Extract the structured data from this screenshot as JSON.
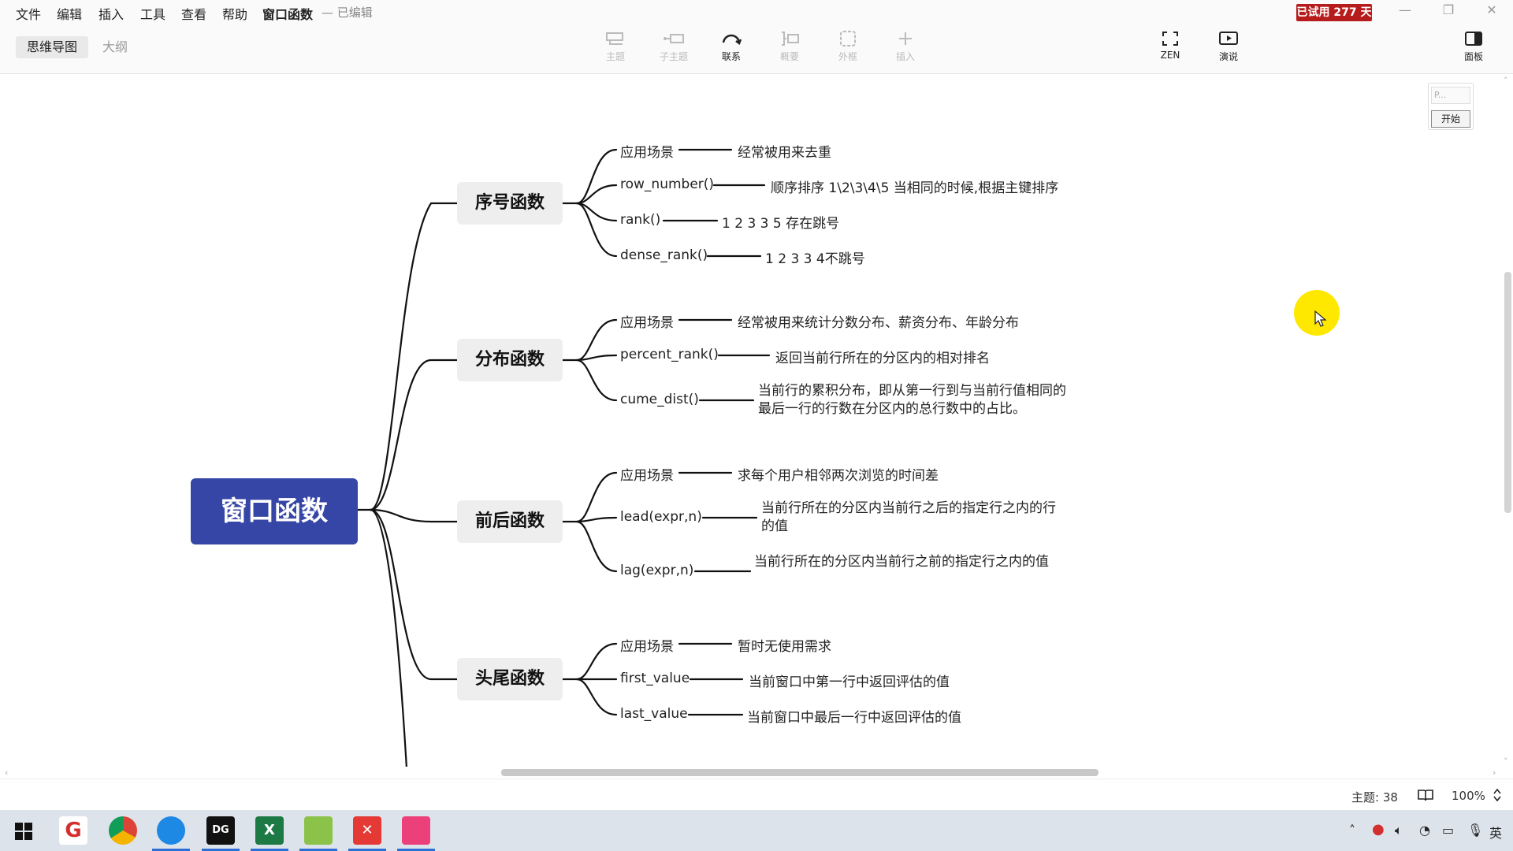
{
  "menu": {
    "items": [
      "文件",
      "编辑",
      "插入",
      "工具",
      "查看",
      "帮助"
    ],
    "doc_title": "窗口函数",
    "doc_status": "— 已编辑"
  },
  "trial_badge": "已试用 277 天",
  "window_controls": {
    "minimize": "—",
    "restore": "❐",
    "close": "✕"
  },
  "toolbar": {
    "view_tabs": [
      "思维导图",
      "大纲"
    ],
    "active_view": "思维导图",
    "tools": [
      {
        "label": "主题",
        "icon": "topic-icon",
        "enabled": false
      },
      {
        "label": "子主题",
        "icon": "subtopic-icon",
        "enabled": false
      },
      {
        "label": "联系",
        "icon": "relationship-icon",
        "enabled": true
      },
      {
        "label": "概要",
        "icon": "summary-icon",
        "enabled": false
      },
      {
        "label": "外框",
        "icon": "boundary-icon",
        "enabled": false
      },
      {
        "label": "插入",
        "icon": "insert-plus-icon",
        "enabled": false
      },
      {
        "label": "ZEN",
        "icon": "zen-fullscreen-icon",
        "enabled": true
      },
      {
        "label": "演说",
        "icon": "pitch-play-icon",
        "enabled": true
      },
      {
        "label": "面板",
        "icon": "panel-icon",
        "enabled": true
      }
    ]
  },
  "mindmap": {
    "root": "窗口函数",
    "topics": [
      {
        "title": "序号函数",
        "children": [
          {
            "label": "应用场景",
            "desc": "经常被用来去重"
          },
          {
            "label": "row_number()",
            "desc": "顺序排序 1\\2\\3\\4\\5 当相同的时候,根据主键排序"
          },
          {
            "label": "rank()",
            "desc": "1 2 3 3 5 存在跳号"
          },
          {
            "label": "dense_rank()",
            "desc": "1 2 3 3 4不跳号"
          }
        ]
      },
      {
        "title": "分布函数",
        "children": [
          {
            "label": "应用场景",
            "desc": "经常被用来统计分数分布、薪资分布、年龄分布"
          },
          {
            "label": "percent_rank()",
            "desc": "返回当前行所在的分区内的相对排名"
          },
          {
            "label": "cume_dist()",
            "desc": "当前行的累积分布，即从第一行到与当前行值相同的最后一行的行数在分区内的总行数中的占比。"
          }
        ]
      },
      {
        "title": "前后函数",
        "children": [
          {
            "label": "应用场景",
            "desc": "求每个用户相邻两次浏览的时间差"
          },
          {
            "label": "lead(expr,n)",
            "desc": "当前行所在的分区内当前行之后的指定行之内的行的值"
          },
          {
            "label": "lag(expr,n)",
            "desc": "当前行所在的分区内当前行之前的指定行之内的值"
          }
        ]
      },
      {
        "title": "头尾函数",
        "children": [
          {
            "label": "应用场景",
            "desc": "暂时无使用需求"
          },
          {
            "label": "first_value",
            "desc": "当前窗口中第一行中返回评估的值"
          },
          {
            "label": "last_value",
            "desc": "当前窗口中最后一行中返回评估的值"
          }
        ]
      }
    ]
  },
  "float_panel": {
    "placeholder": "P...",
    "button": "开始"
  },
  "status": {
    "topic_count": "主题: 38",
    "zoom": "100%"
  },
  "taskbar": {
    "apps": [
      "windows-start-icon",
      "app-g-icon",
      "chrome-icon",
      "browser-icon",
      "datagrip-icon",
      "excel-icon",
      "notepad-icon",
      "xmind-x-icon",
      "paint-icon"
    ],
    "tray_ime": "英"
  }
}
